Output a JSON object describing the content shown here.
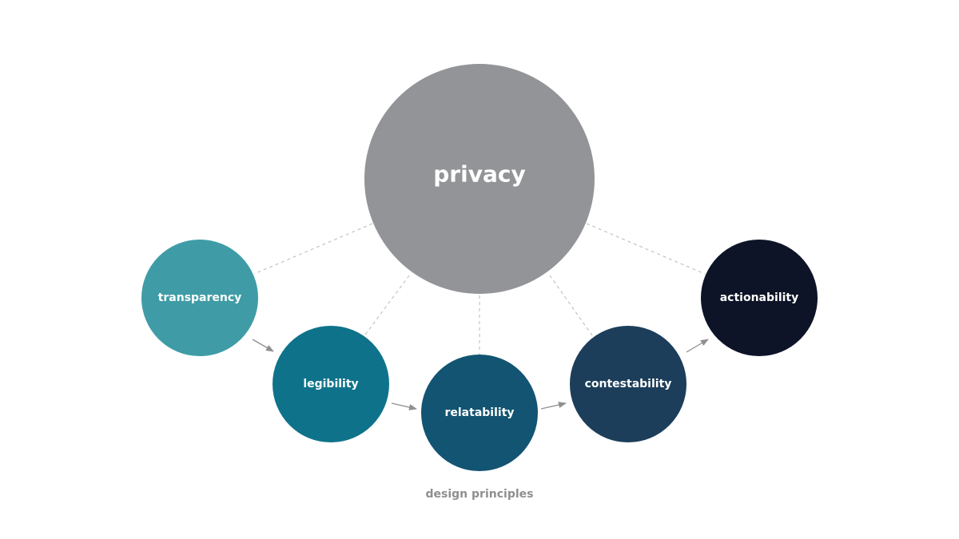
{
  "diagram": {
    "center": {
      "label": "privacy",
      "color": "#939497"
    },
    "principles": [
      {
        "label": "transparency",
        "color": "#3f9ca6"
      },
      {
        "label": "legibility",
        "color": "#0e738a"
      },
      {
        "label": "relatability",
        "color": "#125471"
      },
      {
        "label": "contestability",
        "color": "#1c3e5b"
      },
      {
        "label": "actionability",
        "color": "#0e1427"
      }
    ],
    "caption": "design principles",
    "connector_color": "#b8b8b8",
    "arrow_color": "#8f8f8f"
  }
}
